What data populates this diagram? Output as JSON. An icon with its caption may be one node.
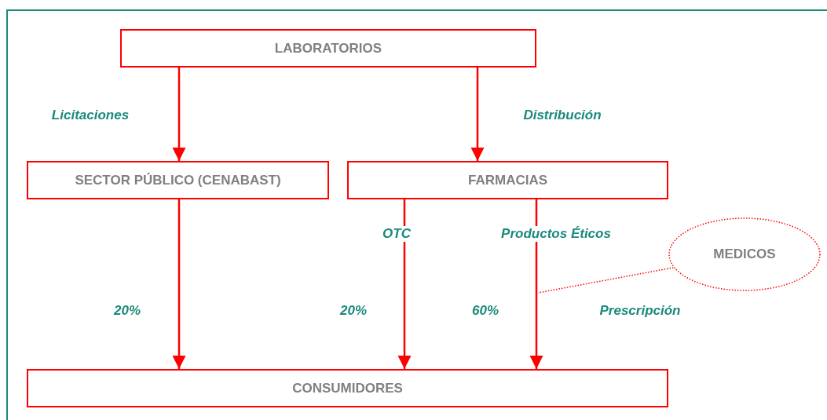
{
  "diagram": {
    "nodes": [
      {
        "text": [
          "LABORATORIOS"
        ]
      },
      {
        "text": [
          "SECTOR PÚBLICO (CENABAST)"
        ]
      },
      {
        "text": [
          "FARMACIAS"
        ]
      },
      {
        "text": [
          "MEDICOS"
        ]
      },
      {
        "text": [
          "CONSUMIDORES"
        ]
      }
    ],
    "edges": [
      {
        "from": 0,
        "to": 1,
        "arrow": "to",
        "label": "Licitaciones"
      },
      {
        "from": 0,
        "to": 2,
        "arrow": "to",
        "label": "Distribución"
      },
      {
        "from": 1,
        "to": 4,
        "arrow": "to"
      },
      {
        "from": 2,
        "to": 4,
        "arrow": "to",
        "label": "OTC"
      },
      {
        "from": 2,
        "to": 4,
        "arrow": "to",
        "label": "Productos Éticos"
      },
      {
        "from": 3,
        "to": null,
        "arrow": "none",
        "style": "dashed"
      }
    ],
    "labels": [
      "20%",
      "20%",
      "60%",
      "Prescripción"
    ]
  }
}
